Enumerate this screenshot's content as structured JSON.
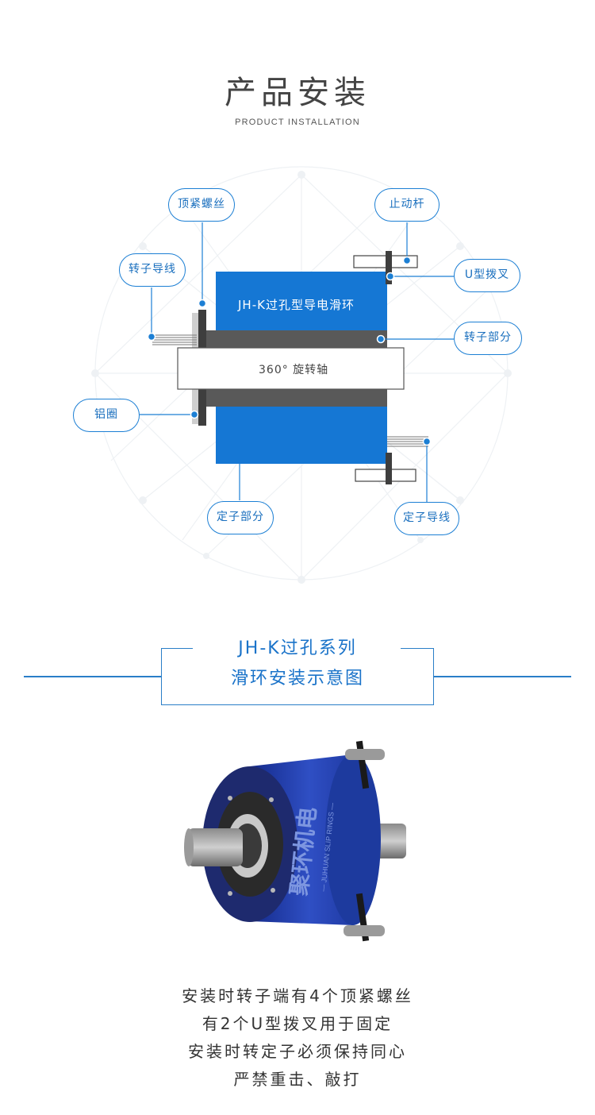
{
  "header": {
    "title_cn": "产品安装",
    "title_en": "PRODUCT INSTALLATION"
  },
  "diagram": {
    "body_label": "JH-K过孔型导电滑环",
    "shaft_label": "360° 旋转轴",
    "callouts": {
      "set_screw": "顶紧螺丝",
      "rotor_wire": "转子导线",
      "aluminum_ring": "铝圈",
      "stopper_rod": "止动杆",
      "u_fork": "U型拨叉",
      "rotor_part": "转子部分",
      "stator_part": "定子部分",
      "stator_wire": "定子导线"
    }
  },
  "series": {
    "line1": "JH-K过孔系列",
    "line2": "滑环安装示意图"
  },
  "product": {
    "brand_cn": "聚环机电",
    "brand_en": "— JUHUAN SLIP RINGS —"
  },
  "description": [
    "安装时转子端有4个顶紧螺丝",
    "有2个U型拨叉用于固定",
    "安装时转定子必须保持同心",
    "严禁重击、敲打"
  ],
  "colors": {
    "accent": "#1c7fd4",
    "body_blue": "#1577d4",
    "rotor_gray": "#595959"
  }
}
